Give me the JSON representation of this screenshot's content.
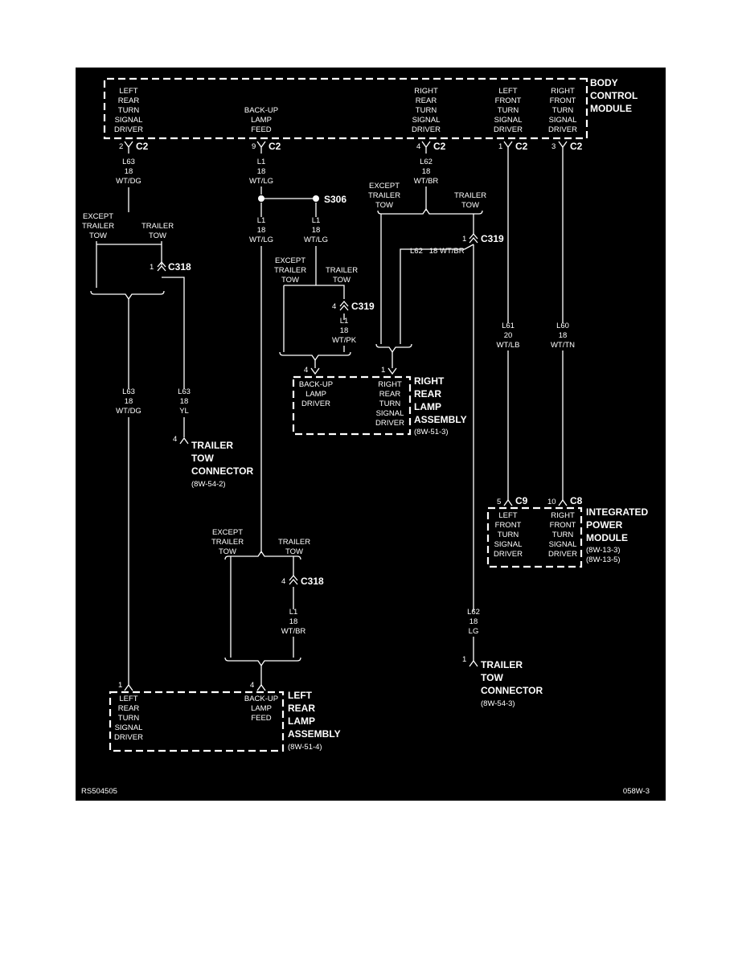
{
  "bcm": {
    "title": [
      "BODY",
      "CONTROL",
      "MODULE"
    ],
    "pins": {
      "lr": [
        "LEFT",
        "REAR",
        "TURN",
        "SIGNAL",
        "DRIVER"
      ],
      "backup": [
        "BACK-UP",
        "LAMP",
        "FEED"
      ],
      "rr": [
        "RIGHT",
        "REAR",
        "TURN",
        "SIGNAL",
        "DRIVER"
      ],
      "lf": [
        "LEFT",
        "FRONT",
        "TURN",
        "SIGNAL",
        "DRIVER"
      ],
      "rf": [
        "RIGHT",
        "FRONT",
        "TURN",
        "SIGNAL",
        "DRIVER"
      ]
    },
    "connectors": [
      {
        "pin": "2",
        "name": "C2"
      },
      {
        "pin": "9",
        "name": "C2"
      },
      {
        "pin": "4",
        "name": "C2"
      },
      {
        "pin": "1",
        "name": "C2"
      },
      {
        "pin": "3",
        "name": "C2"
      }
    ]
  },
  "wires": {
    "w1": [
      "L63",
      "18",
      "WT/DG"
    ],
    "w2": [
      "L1",
      "18",
      "WT/LG"
    ],
    "w3": [
      "L62",
      "18",
      "WT/BR"
    ],
    "w4": [
      "L1",
      "18",
      "WT/LG"
    ],
    "w5": [
      "L1",
      "18",
      "WT/LG"
    ],
    "w6": [
      "L1",
      "18",
      "WT/PK"
    ],
    "w7": [
      "L63",
      "18",
      "WT/DG"
    ],
    "w8": [
      "L63",
      "18",
      "YL"
    ],
    "w9": [
      "L61",
      "20",
      "WT/LB"
    ],
    "w10": [
      "L60",
      "18",
      "WT/TN"
    ],
    "w11": [
      "L1",
      "18",
      "WT/BR"
    ],
    "w12": [
      "L62",
      "18",
      "LG"
    ],
    "inline": "L62   18 WT/BR"
  },
  "splice": "S306",
  "options": {
    "except1": [
      "EXCEPT",
      "TRAILER",
      "TOW"
    ],
    "trailer1": [
      "TRAILER",
      "TOW"
    ],
    "except2": [
      "EXCEPT",
      "TRAILER",
      "TOW"
    ],
    "trailer2": [
      "TRAILER",
      "TOW"
    ],
    "except3": [
      "EXCEPT",
      "TRAILER",
      "TOW"
    ],
    "trailer3": [
      "TRAILER",
      "TOW"
    ],
    "except4": [
      "EXCEPT",
      "TRAILER",
      "TOW"
    ],
    "trailer4": [
      "TRAILER",
      "TOW"
    ]
  },
  "inline_connectors": {
    "c318a": {
      "pin": "1",
      "name": "C318"
    },
    "c319a": {
      "pin": "1",
      "name": "C319"
    },
    "c319b": {
      "pin": "4",
      "name": "C319"
    },
    "c318b": {
      "pin": "4",
      "name": "C318"
    }
  },
  "rr_lamp": {
    "title": [
      "RIGHT",
      "REAR",
      "LAMP",
      "ASSEMBLY"
    ],
    "ref": "(8W-51-3)",
    "pin_backup": "4",
    "pin_turn": "1",
    "backup": [
      "BACK-UP",
      "LAMP",
      "DRIVER"
    ],
    "turn": [
      "RIGHT",
      "REAR",
      "TURN",
      "SIGNAL",
      "DRIVER"
    ]
  },
  "ttc_left": {
    "pin": "4",
    "title": [
      "TRAILER",
      "TOW",
      "CONNECTOR"
    ],
    "ref": "(8W-54-2)"
  },
  "ipm": {
    "title": [
      "INTEGRATED",
      "POWER",
      "MODULE"
    ],
    "refs": [
      "(8W-13-3)",
      "(8W-13-5)"
    ],
    "c9": {
      "pin": "5",
      "name": "C9"
    },
    "c8": {
      "pin": "10",
      "name": "C8"
    },
    "lf": [
      "LEFT",
      "FRONT",
      "TURN",
      "SIGNAL",
      "DRIVER"
    ],
    "rf": [
      "RIGHT",
      "FRONT",
      "TURN",
      "SIGNAL",
      "DRIVER"
    ]
  },
  "lr_lamp": {
    "title": [
      "LEFT",
      "REAR",
      "LAMP",
      "ASSEMBLY"
    ],
    "ref": "(8W-51-4)",
    "pin_turn": "1",
    "pin_backup": "4",
    "turn": [
      "LEFT",
      "REAR",
      "TURN",
      "SIGNAL",
      "DRIVER"
    ],
    "backup": [
      "BACK-UP",
      "LAMP",
      "FEED"
    ]
  },
  "ttc_right": {
    "pin": "1",
    "title": [
      "TRAILER",
      "TOW",
      "CONNECTOR"
    ],
    "ref": "(8W-54-3)"
  },
  "footer": {
    "left": "RS504505",
    "right": "058W-3"
  },
  "colors": {
    "page": "#ffffff",
    "diagram_bg": "#000000",
    "line": "#ffffff"
  }
}
